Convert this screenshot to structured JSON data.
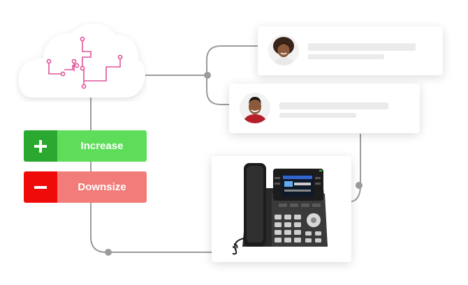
{
  "buttons": {
    "increase_label": "Increase",
    "downsize_label": "Downsize"
  },
  "colors": {
    "wire": "#999999",
    "circuit": "#e0539a",
    "increase_light": "#5ddd5a",
    "increase_dark": "#2ba830",
    "downsize_light": "#f27c79",
    "downsize_dark": "#f00b0b"
  },
  "icons": {
    "cloud": "cloud-network-icon",
    "plus": "plus-icon",
    "minus": "minus-icon",
    "phone": "ip-desk-phone"
  }
}
